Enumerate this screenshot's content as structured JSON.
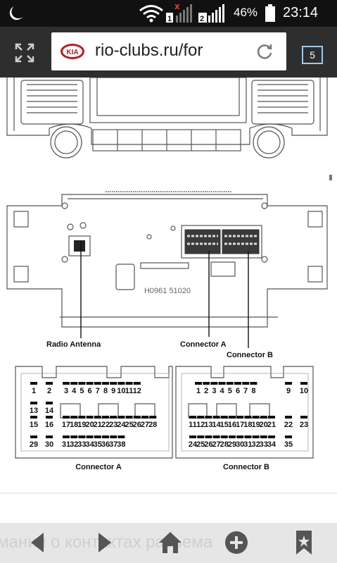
{
  "status": {
    "signal_percent": "46%",
    "time": "23:14",
    "sim1": "1",
    "sim2": "2"
  },
  "browser": {
    "url": "rio-clubs.ru/for",
    "tab_count": "5",
    "logo_text": "KIA"
  },
  "diagram": {
    "part_number": "H0961 51020",
    "label_radio_antenna": "Radio Antenna",
    "label_connector_a": "Connector A",
    "label_connector_b": "Connector B",
    "connector_a": {
      "title": "Connector A",
      "pins": [
        "1",
        "2",
        "3",
        "4",
        "5",
        "6",
        "7",
        "8",
        "9",
        "10",
        "11",
        "12",
        "13",
        "14",
        "15",
        "16",
        "17",
        "18",
        "19",
        "20",
        "21",
        "22",
        "23",
        "24",
        "25",
        "26",
        "27",
        "28",
        "29",
        "30",
        "31",
        "32",
        "33",
        "34",
        "35",
        "36",
        "37",
        "38"
      ]
    },
    "connector_b": {
      "title": "Connector B",
      "pins": [
        "1",
        "2",
        "3",
        "4",
        "5",
        "6",
        "7",
        "8",
        "9",
        "10",
        "11",
        "12",
        "13",
        "14",
        "15",
        "16",
        "17",
        "18",
        "19",
        "20",
        "21",
        "22",
        "23",
        "24",
        "25",
        "26",
        "27",
        "28",
        "29",
        "30",
        "31",
        "32",
        "33",
        "34",
        "35"
      ]
    }
  },
  "bottom": {
    "ghost_text": "мания о контактах разъема"
  },
  "icons": [
    "app-icon",
    "wifi-icon",
    "signal-icon",
    "battery-icon",
    "fullscreen-icon",
    "kia-logo-icon",
    "reload-icon",
    "tabs-icon",
    "back-icon",
    "forward-icon",
    "home-icon",
    "add-tab-icon",
    "bookmark-icon"
  ]
}
